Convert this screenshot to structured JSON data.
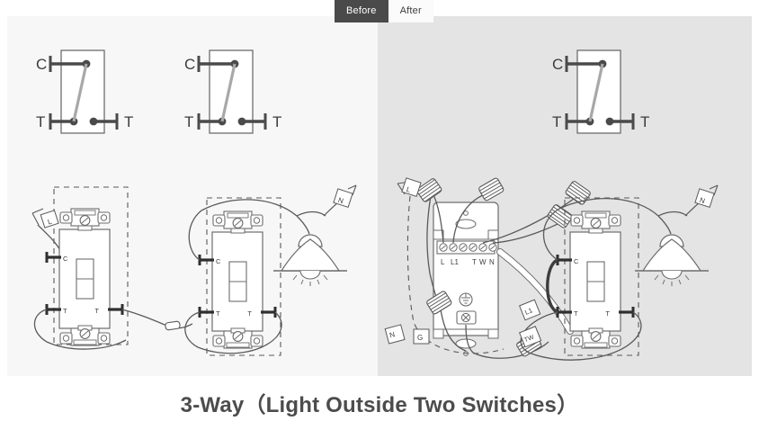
{
  "tabs": [
    {
      "label": "Before",
      "state": "active"
    },
    {
      "label": "After",
      "state": "inactive"
    }
  ],
  "caption": {
    "main": "3-Way",
    "paren_open": "（",
    "detail": "Light Outside Two Switches",
    "paren_close": "）",
    "full": "3-Way（Light Outside Two Switches）"
  },
  "colors": {
    "panel_before_bg": "#f7f7f7",
    "panel_after_bg": "#e4e4e4",
    "tab_active_bg": "#4a4a4a",
    "tab_active_text": "#ffffff",
    "tab_inactive_bg": "#fbfbfb",
    "tab_inactive_text": "#3d3d3d",
    "line": "#5a5a5a",
    "terminal": "#4a4a4a",
    "blade": "#a8a8a8",
    "caption_text": "#4c4c4c",
    "fill_white": "#ffffff"
  },
  "before": {
    "schematics": [
      {
        "id": "left",
        "common": "C",
        "traveler_left": "T",
        "traveler_right": "T"
      },
      {
        "id": "right",
        "common": "C",
        "traveler_left": "T",
        "traveler_right": "T"
      }
    ],
    "switch_left": {
      "terminal_common": "C",
      "terminal_t_left": "T",
      "terminal_t_right": "T",
      "wire_tags": [
        {
          "label": "L"
        }
      ]
    },
    "switch_right": {
      "terminal_common": "C",
      "terminal_t_left": "T",
      "terminal_t_right": "T",
      "wire_tags": [
        {
          "label": "N"
        }
      ]
    },
    "lamp": {
      "name": "pendant-light"
    }
  },
  "after": {
    "schematic": {
      "common": "C",
      "traveler_left": "T",
      "traveler_right": "T"
    },
    "module": {
      "terminal_labels": [
        "L",
        "L1",
        "T",
        "W",
        "N"
      ],
      "terminal_label_groups": [
        "L",
        "L1",
        "TW N"
      ],
      "wire_tags": [
        {
          "label": "L"
        },
        {
          "label": "N"
        },
        {
          "label": "G"
        }
      ],
      "wire_nut_count": 6
    },
    "switch_right": {
      "terminal_common": "C",
      "terminal_t_left": "T",
      "terminal_t_right": "T",
      "wire_tags": [
        {
          "label": "L1"
        },
        {
          "label": "TW"
        },
        {
          "label": "N"
        }
      ]
    },
    "lamp": {
      "name": "pendant-light"
    }
  }
}
